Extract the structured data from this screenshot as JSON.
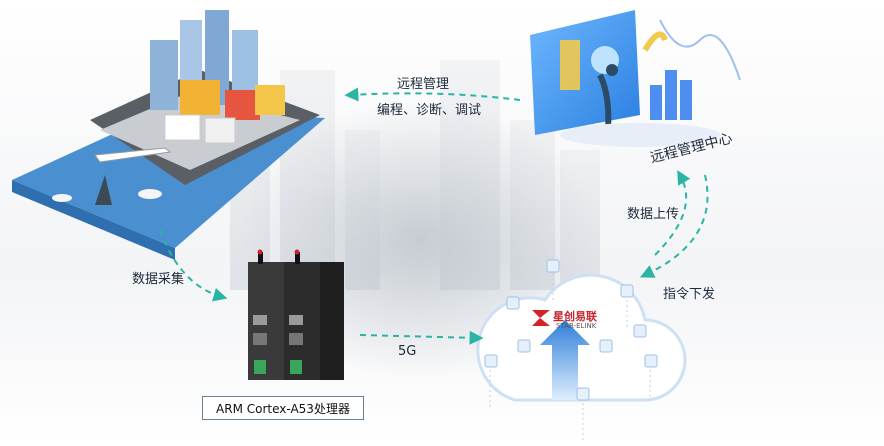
{
  "labels": {
    "remote_title": "远程管理",
    "remote_sub": "编程、诊断、调试",
    "remote_center": "远程管理中心",
    "upload": "数据上传",
    "command": "指令下发",
    "collect": "数据采集",
    "network": "5G",
    "processor": "ARM Cortex-A53处理器",
    "brand_cn": "星创易联",
    "brand_en": "STAR-ELINK"
  },
  "colors": {
    "arrow": "#2bb4a3",
    "cloud_outline": "#cfe0f5",
    "brand_red": "#d4222a",
    "device": "#3a3a3a"
  },
  "icons": [
    "city-illustration",
    "smart-screen-illustration",
    "router-device",
    "cloud-icon",
    "upload-arrow-icon"
  ]
}
